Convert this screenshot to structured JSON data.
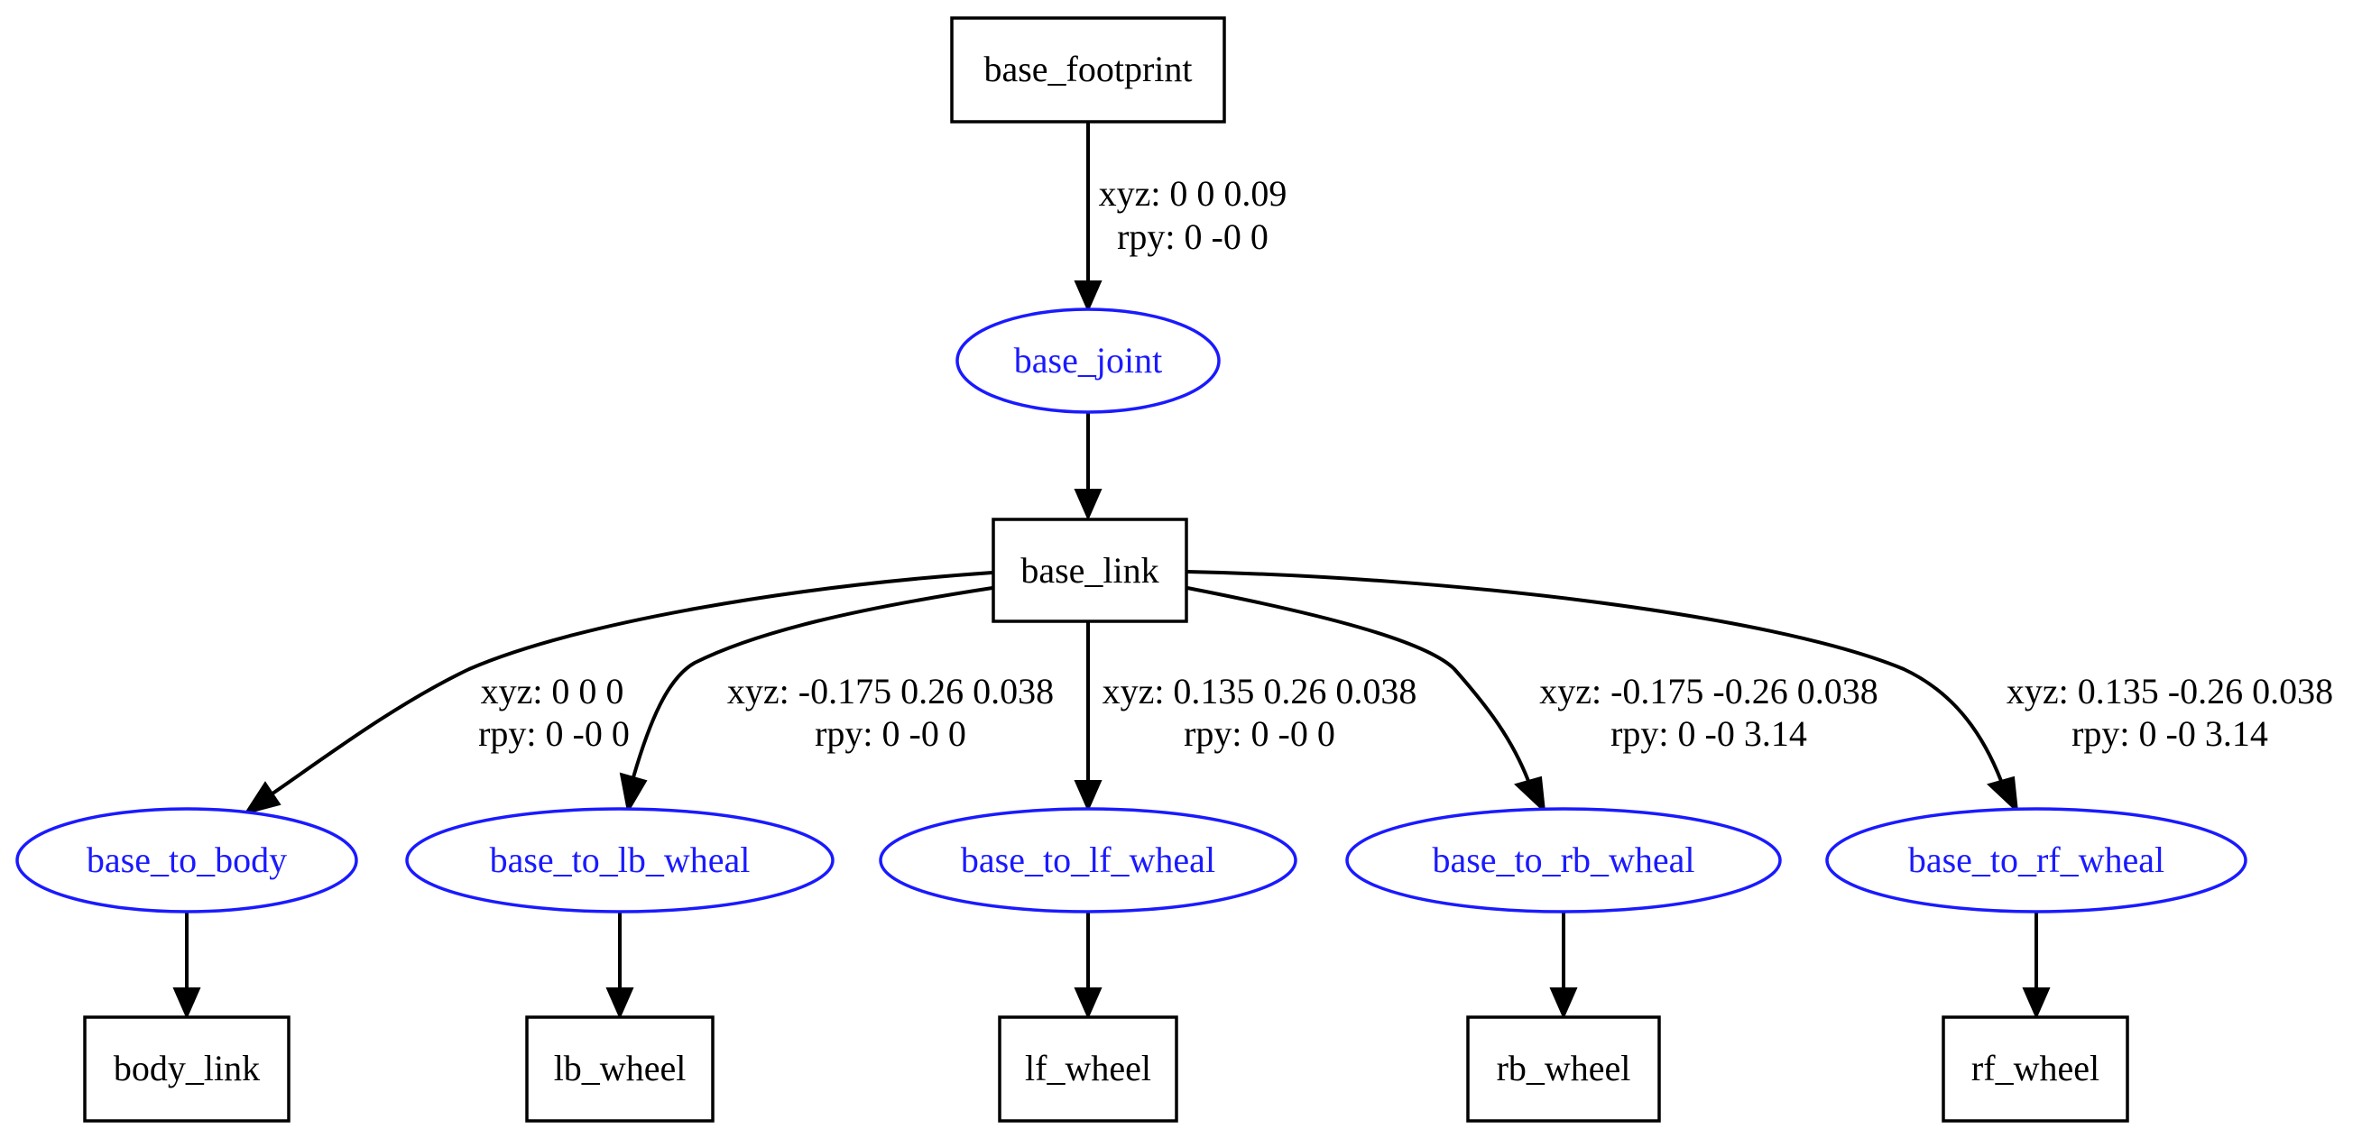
{
  "diagram": {
    "colors": {
      "link_stroke": "#000000",
      "joint_stroke": "#1a1aff",
      "joint_text": "#1a1aff",
      "edge": "#000000",
      "background": "#ffffff"
    },
    "links": {
      "base_footprint": "base_footprint",
      "base_link": "base_link",
      "body_link": "body_link",
      "lb_wheel": "lb_wheel",
      "lf_wheel": "lf_wheel",
      "rb_wheel": "rb_wheel",
      "rf_wheel": "rf_wheel"
    },
    "joints": {
      "base_joint": "base_joint",
      "base_to_body": "base_to_body",
      "base_to_lb_wheal": "base_to_lb_wheal",
      "base_to_lf_wheal": "base_to_lf_wheal",
      "base_to_rb_wheal": "base_to_rb_wheal",
      "base_to_rf_wheal": "base_to_rf_wheal"
    },
    "edge_labels": {
      "base_joint": {
        "xyz": "xyz: 0 0 0.09",
        "rpy": "rpy: 0 -0 0"
      },
      "base_to_body": {
        "xyz": "xyz: 0 0 0",
        "rpy": "rpy: 0 -0 0"
      },
      "base_to_lb_wheal": {
        "xyz": "xyz: -0.175 0.26 0.038",
        "rpy": "rpy: 0 -0 0"
      },
      "base_to_lf_wheal": {
        "xyz": "xyz: 0.135 0.26 0.038",
        "rpy": "rpy: 0 -0 0"
      },
      "base_to_rb_wheal": {
        "xyz": "xyz: -0.175 -0.26 0.038",
        "rpy": "rpy: 0 -0 3.14"
      },
      "base_to_rf_wheal": {
        "xyz": "xyz: 0.135 -0.26 0.038",
        "rpy": "rpy: 0 -0 3.14"
      }
    }
  }
}
